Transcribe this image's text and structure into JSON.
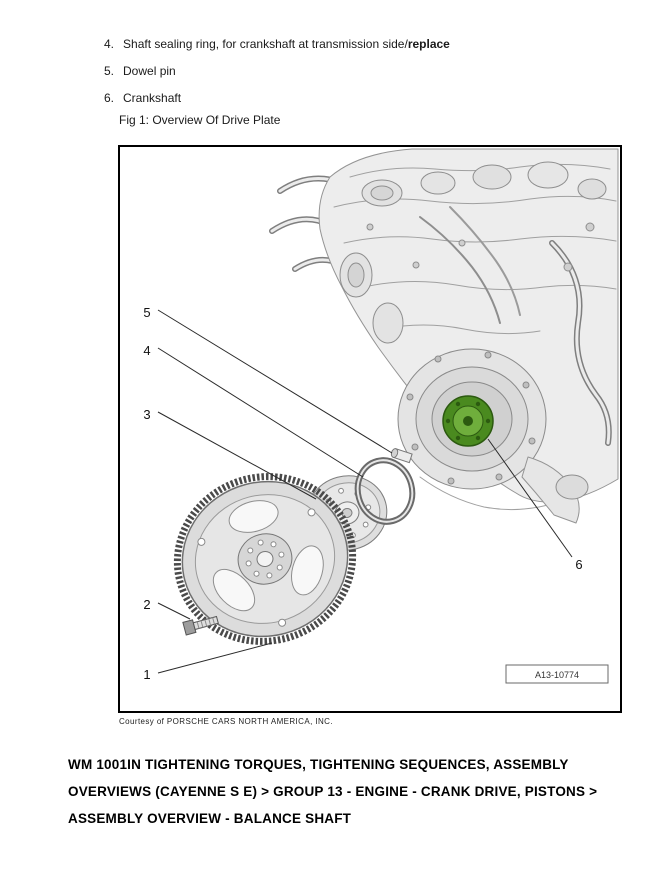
{
  "page": {
    "list_items": [
      {
        "number": "4.",
        "text": "Shaft sealing ring, for crankshaft at transmission side/",
        "emphasis": "replace"
      },
      {
        "number": "5.",
        "text": "Dowel pin",
        "emphasis": ""
      },
      {
        "number": "6.",
        "text": "Crankshaft",
        "emphasis": ""
      }
    ],
    "figure": {
      "caption": "Fig 1: Overview Of Drive Plate",
      "drawing_number": "A13-10774",
      "callouts": [
        "1",
        "2",
        "3",
        "4",
        "5",
        "6"
      ],
      "highlight_color": "#4a8a1f",
      "courtesy": "Courtesy of PORSCHE CARS NORTH AMERICA, INC."
    },
    "breadcrumb_heading": "WM 1001IN TIGHTENING TORQUES, TIGHTENING SEQUENCES, ASSEMBLY OVERVIEWS (CAYENNE S E) > GROUP 13 - ENGINE - CRANK DRIVE, PISTONS > ASSEMBLY OVERVIEW - BALANCE SHAFT"
  }
}
